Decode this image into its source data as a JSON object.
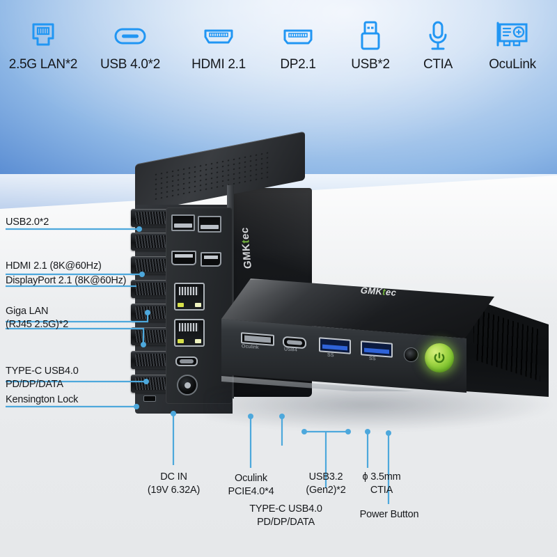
{
  "header": {
    "features": [
      {
        "icon": "rj45-lan-icon",
        "label": "2.5G LAN*2"
      },
      {
        "icon": "usb-c-icon",
        "label": "USB 4.0*2"
      },
      {
        "icon": "hdmi-icon",
        "label": "HDMI 2.1"
      },
      {
        "icon": "displayport-icon",
        "label": "DP2.1"
      },
      {
        "icon": "usb-a-flash-icon",
        "label": "USB*2"
      },
      {
        "icon": "microphone-icon",
        "label": "CTIA"
      },
      {
        "icon": "expansion-card-icon",
        "label": "OcuLink"
      }
    ]
  },
  "brand": {
    "name_left": "GMK",
    "name_accent": "t",
    "name_right": "ec"
  },
  "left_annotations": [
    {
      "name": "usb2-callout",
      "line1": "USB2.0*2",
      "line2": ""
    },
    {
      "name": "hdmi-callout",
      "line1": "HDMI 2.1 (8K@60Hz)",
      "line2": ""
    },
    {
      "name": "displayport-callout",
      "line1": "DisplayPort 2.1 (8K@60Hz)",
      "line2": ""
    },
    {
      "name": "lan-callout",
      "line1": "Giga LAN",
      "line2": "(RJ45 2.5G)*2"
    },
    {
      "name": "typec-callout",
      "line1": "TYPE-C USB4.0",
      "line2": "PD/DP/DATA"
    },
    {
      "name": "kensington-callout",
      "line1": "Kensington Lock",
      "line2": ""
    }
  ],
  "bottom_annotations": [
    {
      "name": "dc-in-callout",
      "line1": "DC IN",
      "line2": "(19V 6.32A)"
    },
    {
      "name": "oculink-callout",
      "line1": "Oculink",
      "line2": "PCIE4.0*4"
    },
    {
      "name": "typec-front-callout",
      "line1": "TYPE-C USB4.0",
      "line2": "PD/DP/DATA"
    },
    {
      "name": "usb32-callout",
      "line1": "USB3.2",
      "line2": "(Gen2)*2"
    },
    {
      "name": "audio-jack-callout",
      "line1": "ϕ 3.5mm",
      "line2": "CTIA"
    },
    {
      "name": "power-button-callout",
      "line1": "Power Button",
      "line2": ""
    }
  ],
  "port_labels": {
    "oculink": "Oculink",
    "usb4": "USB4",
    "usb3_left": "SS",
    "usb3_right": "SS"
  },
  "colors": {
    "accent_line": "#4da8dc",
    "icon_blue": "#2196f3",
    "wall_blue": "#4f84cf",
    "power_green": "#8dc63f",
    "text": "#17191c"
  }
}
